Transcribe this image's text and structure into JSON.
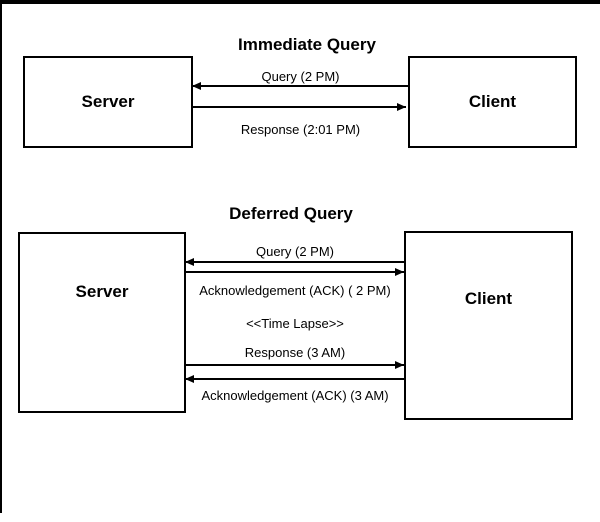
{
  "window": {
    "background": "#ffffff",
    "frame_color": "#000000",
    "line_color": "#000000"
  },
  "diagrams": [
    {
      "title": "Immediate Query",
      "server_label": "Server",
      "client_label": "Client",
      "messages": [
        {
          "label": "Query (2 PM)",
          "direction": "client-to-server"
        },
        {
          "label": "Response (2:01 PM)",
          "direction": "server-to-client"
        }
      ]
    },
    {
      "title": "Deferred Query",
      "server_label": "Server",
      "client_label": "Client",
      "messages": [
        {
          "label": "Query (2 PM)",
          "direction": "client-to-server"
        },
        {
          "label": "Acknowledgement (ACK) ( 2 PM)",
          "direction": "server-to-client"
        },
        {
          "label": "<<Time Lapse>>",
          "direction": "none"
        },
        {
          "label": "Response (3 AM)",
          "direction": "server-to-client"
        },
        {
          "label": "Acknowledgement (ACK) (3 AM)",
          "direction": "client-to-server"
        }
      ]
    }
  ]
}
